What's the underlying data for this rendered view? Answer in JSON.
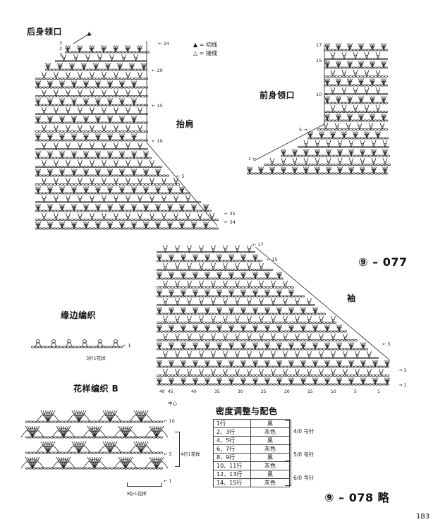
{
  "labels": {
    "back_neckline": "后身领口",
    "front_neckline": "前身领口",
    "shoulder_raise": "抬肩",
    "sleeve": "袖",
    "edging": "缘边编织",
    "pattern_b": "花样编织 B",
    "gauge_colors": "密度调整与配色",
    "code_077": "⑨ – 077",
    "code_078": "⑨ – 078 略",
    "page_number": "183"
  },
  "legend": [
    {
      "symbol": "▲",
      "text": "= 切线"
    },
    {
      "symbol": "△",
      "text": "= 接线"
    }
  ],
  "back_chart": {
    "row_markers": [
      "24",
      "20",
      "15",
      "10",
      "5",
      "35",
      "34"
    ],
    "left_markers": [
      "3",
      "2",
      "1"
    ]
  },
  "front_chart": {
    "row_markers": [
      "17",
      "15",
      "10",
      "5",
      "1"
    ]
  },
  "sleeve_chart": {
    "row_markers": [
      "17",
      "15",
      "5",
      "3",
      "1"
    ],
    "bottom_numbers": [
      "40",
      "45",
      "40",
      "35",
      "30",
      "25",
      "20",
      "15",
      "10",
      "5",
      "1"
    ],
    "center_label": "中心"
  },
  "edging_chart": {
    "repeat_label": "3针1花样",
    "row_marker": "1"
  },
  "pattern_b_chart": {
    "row_markers": [
      "10",
      "5",
      "1"
    ],
    "vertical_repeat": "4行1花样",
    "horizontal_repeat": "8针1花样"
  },
  "color_table": {
    "rows": [
      {
        "rows": "1行",
        "color": "黑"
      },
      {
        "rows": "2、3行",
        "color": "灰色"
      },
      {
        "rows": "4、5行",
        "color": "黑"
      },
      {
        "rows": "6、7行",
        "color": "灰色"
      },
      {
        "rows": "8、9行",
        "color": "黑"
      },
      {
        "rows": "10、11行",
        "color": "灰色"
      },
      {
        "rows": "12、13行",
        "color": "黑"
      },
      {
        "rows": "14、15行",
        "color": "灰色"
      }
    ],
    "hooks": [
      "4/0 号针",
      "5/0 号针",
      "6/0 号针"
    ]
  }
}
